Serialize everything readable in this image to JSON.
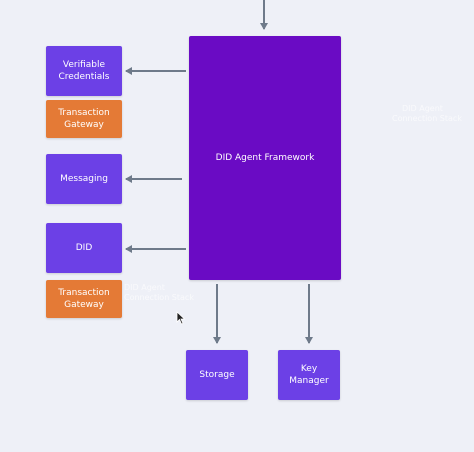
{
  "diagram": {
    "core": {
      "label": "DID Agent Framework"
    },
    "modules": {
      "verifiable_credentials": "Verifiable\nCredentials",
      "transaction_gateway_top": "Transaction\nGateway",
      "messaging": "Messaging",
      "did": "DID",
      "transaction_gateway_bottom": "Transaction\nGateway",
      "storage": "Storage",
      "key_manager": "Key\nManager"
    },
    "faint_overlay": {
      "right_line1": "DID Agent",
      "right_line2": "Connection Stack",
      "left_line1": "DID Agent",
      "left_line2": "Connection Stack"
    },
    "colors": {
      "background": "#eef0f7",
      "module": "#6c40e6",
      "gateway": "#e47a36",
      "core": "#6a0bc4",
      "connector": "#6e7a8a"
    }
  }
}
